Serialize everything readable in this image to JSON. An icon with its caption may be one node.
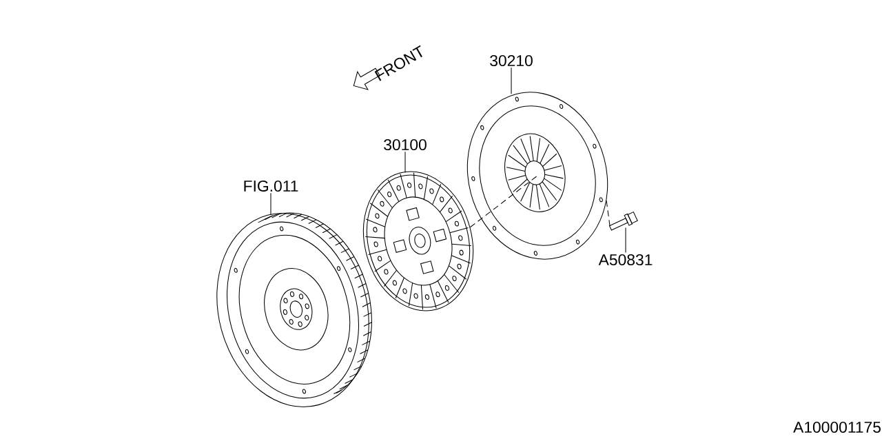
{
  "diagram": {
    "nodes": [
      {
        "text": [
          "30210"
        ]
      },
      {
        "text": [
          "30100"
        ]
      },
      {
        "text": [
          "FIG.011"
        ]
      },
      {
        "text": [
          "A50831"
        ]
      },
      {
        "text": [],
        "shape": "picture"
      },
      {
        "text": [],
        "shape": "picture"
      },
      {
        "text": [],
        "shape": "picture"
      },
      {
        "text": [],
        "shape": "picture"
      }
    ],
    "edges": [
      {
        "from": 0,
        "to": 4,
        "arrow": "none"
      },
      {
        "from": 1,
        "to": 5,
        "arrow": "none"
      },
      {
        "from": 2,
        "to": 6,
        "arrow": "none"
      },
      {
        "from": 3,
        "to": 7,
        "arrow": "none"
      },
      {
        "from": 5,
        "to": 4,
        "arrow": "none",
        "style": "dashed"
      },
      {
        "from": 4,
        "to": 7,
        "arrow": "none",
        "style": "dashed"
      }
    ],
    "labels": [
      "FRONT",
      "A100001175"
    ]
  }
}
